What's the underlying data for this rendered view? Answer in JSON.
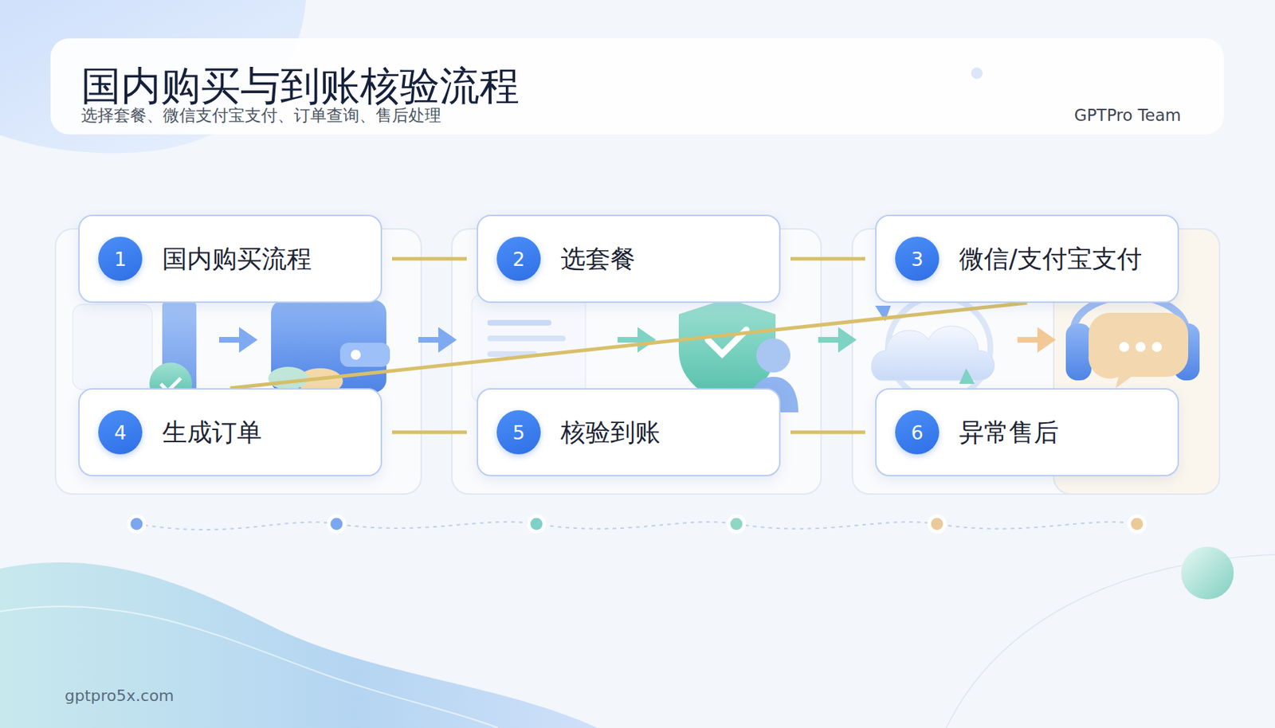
{
  "diagram": {
    "title": "国内购买与到账核验流程",
    "caption": "选择套餐、微信支付宝支付、订单查询、售后处理",
    "nodes": [
      {
        "text": [
          "1",
          "国内购买流程"
        ]
      },
      {
        "text": [
          "2",
          "选套餐"
        ]
      },
      {
        "text": [
          "3",
          "微信/支付宝支付"
        ]
      },
      {
        "text": [
          "4",
          "生成订单"
        ]
      },
      {
        "text": [
          "5",
          "核验到账"
        ]
      },
      {
        "text": [
          "6",
          "异常售后"
        ]
      }
    ],
    "edges": [
      {
        "from": 0,
        "to": 1,
        "arrow": "none"
      },
      {
        "from": 1,
        "to": 2,
        "arrow": "none"
      },
      {
        "from": 3,
        "to": 4,
        "arrow": "none"
      },
      {
        "from": 4,
        "to": 5,
        "arrow": "none"
      },
      {
        "from": 2,
        "to": 3,
        "arrow": "none"
      }
    ],
    "labels": [
      "GPTPro Team",
      "gptpro5x.com"
    ]
  }
}
